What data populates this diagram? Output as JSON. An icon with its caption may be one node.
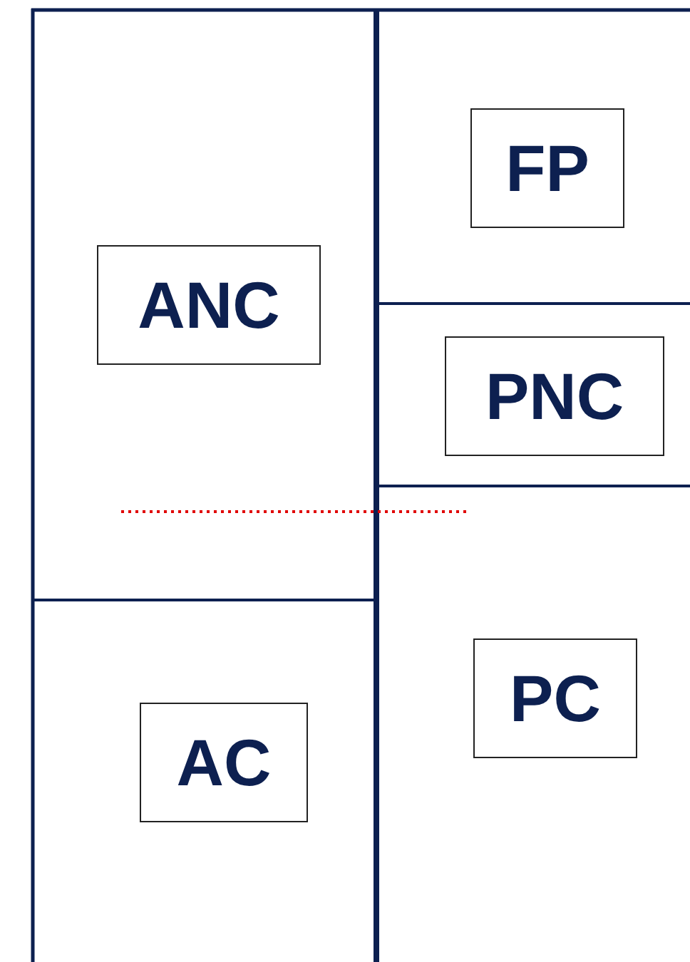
{
  "diagram": {
    "nodes": [
      {
        "text": [
          "FP"
        ]
      },
      {
        "text": [
          "ANC"
        ]
      },
      {
        "text": [
          "PNC"
        ]
      },
      {
        "text": [
          "PC"
        ]
      },
      {
        "text": [
          "AC"
        ]
      }
    ]
  }
}
